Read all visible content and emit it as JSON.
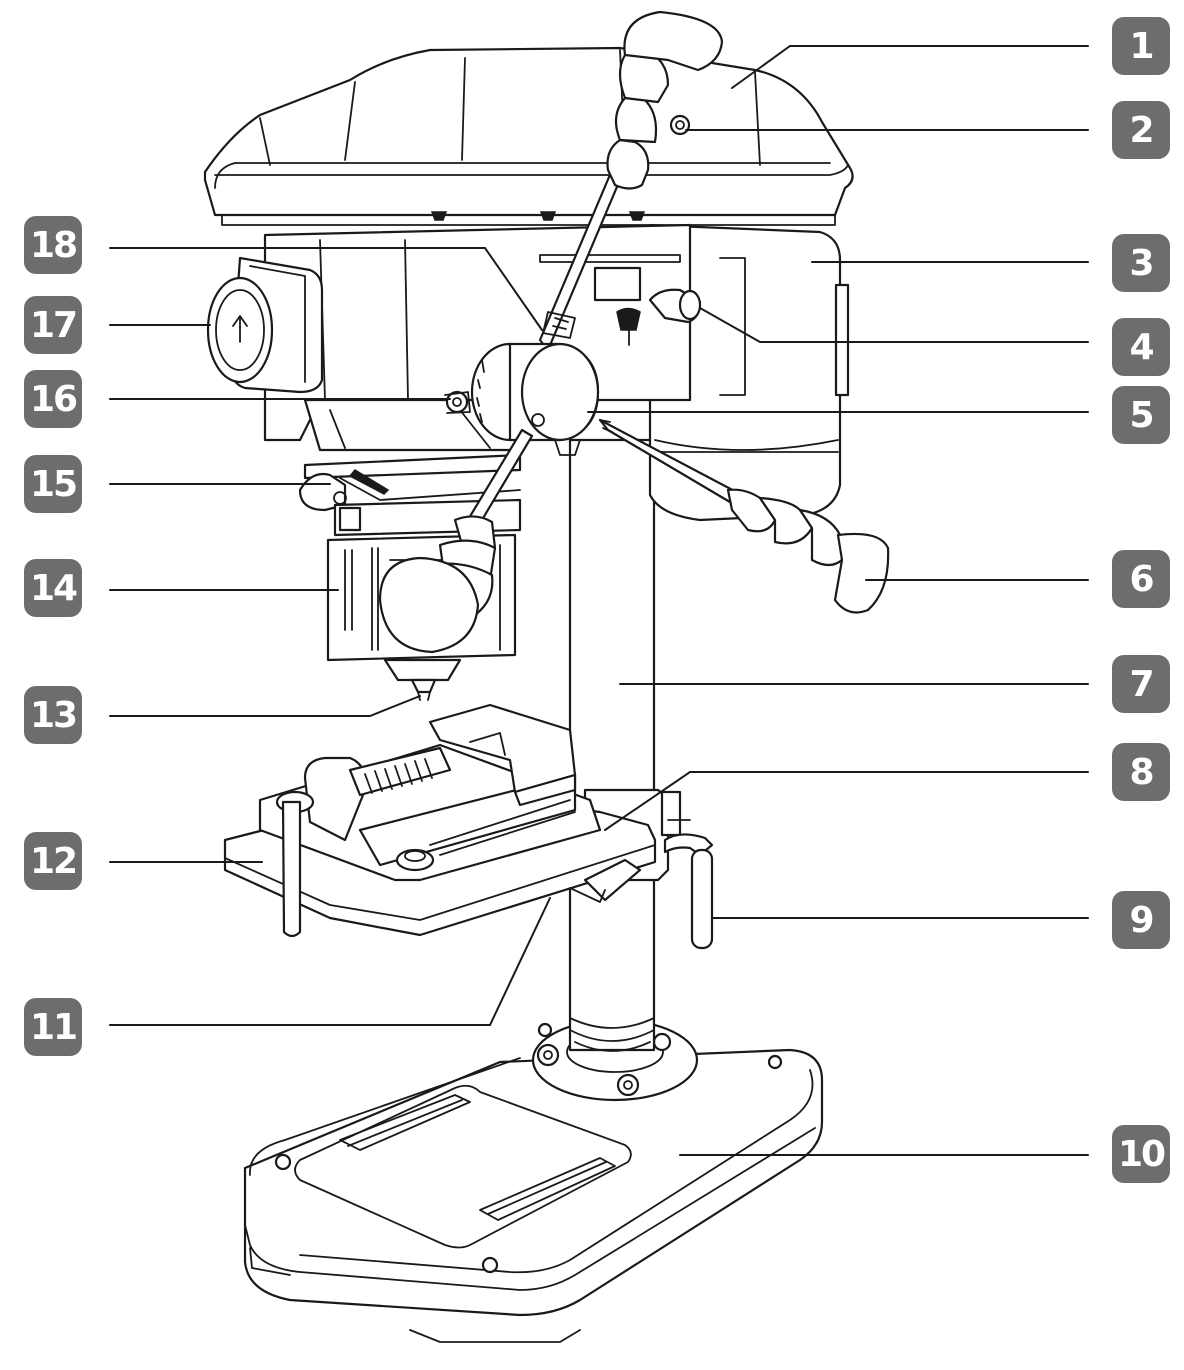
{
  "callouts": [
    {
      "label": "1"
    },
    {
      "label": "2"
    },
    {
      "label": "3"
    },
    {
      "label": "4"
    },
    {
      "label": "5"
    },
    {
      "label": "6"
    },
    {
      "label": "7"
    },
    {
      "label": "8"
    },
    {
      "label": "9"
    },
    {
      "label": "10"
    },
    {
      "label": "11"
    },
    {
      "label": "12"
    },
    {
      "label": "13"
    },
    {
      "label": "14"
    },
    {
      "label": "15"
    },
    {
      "label": "16"
    },
    {
      "label": "17"
    },
    {
      "label": "18"
    }
  ],
  "colors": {
    "badge_fill": "#6d6d6d",
    "badge_text": "#ffffff",
    "line_art": "#1a1a1a",
    "background": "#ffffff"
  }
}
